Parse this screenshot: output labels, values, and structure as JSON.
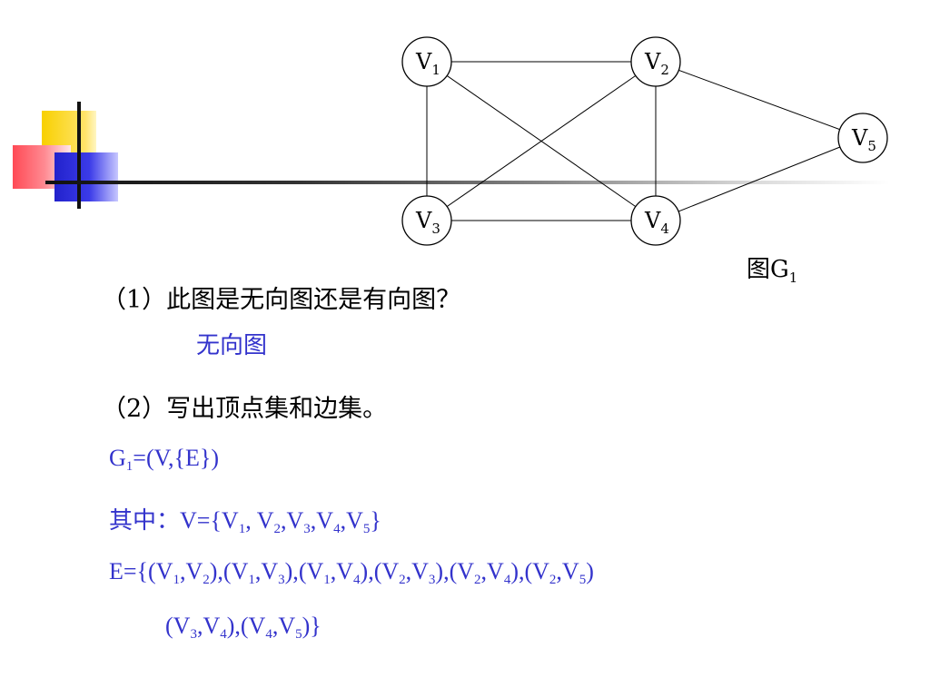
{
  "graph": {
    "caption": {
      "main": "图G",
      "sub": "1"
    },
    "nodes": [
      {
        "id": "v1",
        "letter": "V",
        "sub": "1"
      },
      {
        "id": "v2",
        "letter": "V",
        "sub": "2"
      },
      {
        "id": "v3",
        "letter": "V",
        "sub": "3"
      },
      {
        "id": "v4",
        "letter": "V",
        "sub": "4"
      },
      {
        "id": "v5",
        "letter": "V",
        "sub": "5"
      }
    ],
    "edges": [
      [
        "v1",
        "v2"
      ],
      [
        "v1",
        "v3"
      ],
      [
        "v1",
        "v4"
      ],
      [
        "v2",
        "v3"
      ],
      [
        "v2",
        "v4"
      ],
      [
        "v2",
        "v5"
      ],
      [
        "v3",
        "v4"
      ],
      [
        "v4",
        "v5"
      ]
    ]
  },
  "question1": {
    "text": "（1）此图是无向图还是有向图？",
    "answer": "无向图"
  },
  "question2": {
    "text": "（2）写出顶点集和边集。"
  },
  "formulas": {
    "g": {
      "base": "G",
      "sub": "1",
      "rest": "=(V,{E})"
    },
    "v_prefix": "其中：V={",
    "v_items": [
      [
        "V",
        "1",
        ", "
      ],
      [
        "V",
        "2",
        ","
      ],
      [
        "V",
        "3",
        ","
      ],
      [
        "V",
        "4",
        ","
      ],
      [
        "V",
        "5",
        "}"
      ]
    ],
    "e_prefix": "E={",
    "e_line1": [
      [
        "(V",
        "1",
        ",V",
        "2",
        "),"
      ],
      [
        "(V",
        "1",
        ",V",
        "3",
        "),"
      ],
      [
        "(V",
        "1",
        ",V",
        "4",
        "),"
      ],
      [
        "(V",
        "2",
        ",V",
        "3",
        "),"
      ],
      [
        "(V",
        "2",
        ",V",
        "4",
        "),"
      ],
      [
        "(V",
        "2",
        ",V",
        "5",
        ")"
      ]
    ],
    "e_line2": [
      [
        "(V",
        "3",
        ",V",
        "4",
        "),"
      ],
      [
        "(V",
        "4",
        ",V",
        "5",
        ")}"
      ]
    ]
  },
  "colors": {
    "answer": "#3333cc",
    "text": "#000000"
  }
}
